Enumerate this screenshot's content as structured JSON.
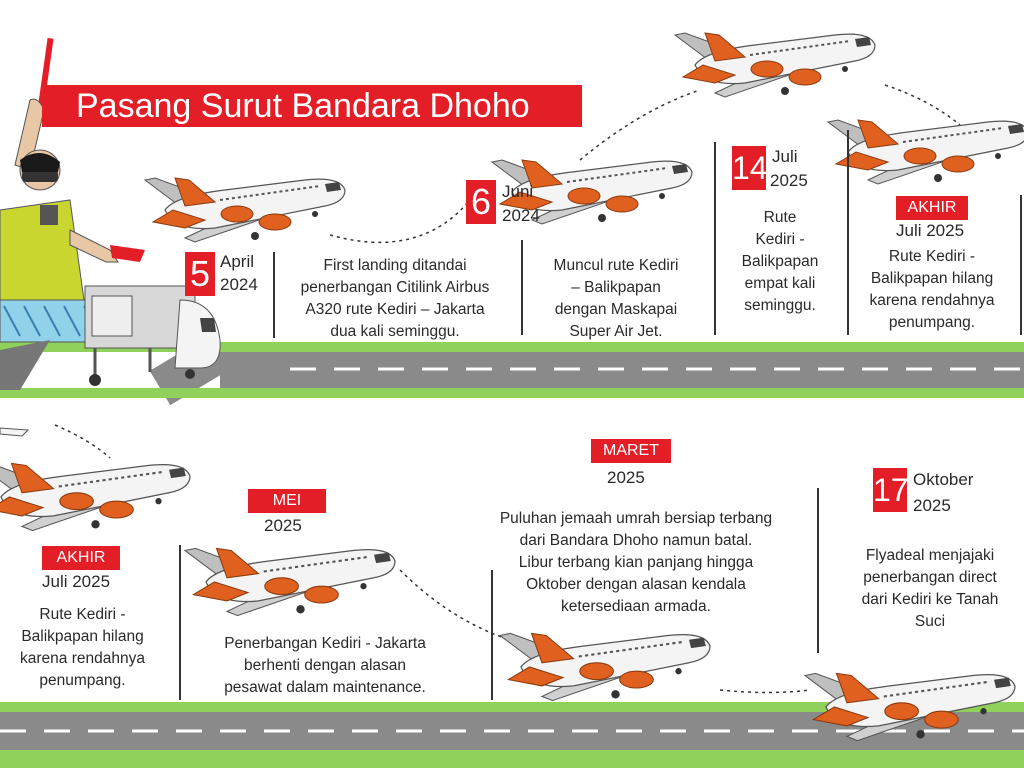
{
  "title": "Pasang Surut Bandara Dhoho",
  "events": [
    {
      "day": "5",
      "month": "April",
      "year": "2024",
      "text": [
        "First landing ditandai",
        "penerbangan Citilink Airbus",
        "A320 rute Kediri – Jakarta",
        "dua  kali seminggu."
      ]
    },
    {
      "day": "6",
      "month": "Juni",
      "year": "2024",
      "text": [
        "Muncul rute Kediri",
        "– Balikpapan",
        "dengan Maskapai",
        "Super Air Jet."
      ]
    },
    {
      "day": "14",
      "month": "Juli",
      "year": "2025",
      "text": [
        "Rute",
        "Kediri -",
        "Balikpapan",
        "empat kali",
        "seminggu."
      ]
    },
    {
      "badge": "AKHIR",
      "period": "Juli 2025",
      "text": [
        "Rute Kediri -",
        "Balikpapan hilang",
        "karena rendahnya",
        "penumpang."
      ]
    },
    {
      "badge": "AKHIR",
      "period": "Juli 2025",
      "text": [
        "Rute Kediri -",
        "Balikpapan hilang",
        "karena rendahnya",
        "penumpang."
      ]
    },
    {
      "badge": "MEI",
      "year": "2025",
      "text": [
        "Penerbangan Kediri - Jakarta",
        "berhenti dengan alasan",
        "pesawat dalam maintenance."
      ]
    },
    {
      "badge": "MARET",
      "year": "2025",
      "text": [
        "Puluhan jemaah umrah bersiap terbang",
        "dari Bandara Dhoho namun batal.",
        "Libur terbang kian panjang hingga",
        "Oktober dengan alasan kendala",
        "ketersediaan armada."
      ]
    },
    {
      "day": "17",
      "month": "Oktober",
      "year": "2025",
      "text": [
        "Flyadeal menjajaki",
        "penerbangan direct",
        "dari Kediri ke Tanah",
        "Suci"
      ]
    }
  ],
  "colors": {
    "accent": "#e41e26",
    "grass": "#8fd15a",
    "runway": "#8a8a8a",
    "plane_orange": "#e0611f",
    "plane_body": "#f2f2f2"
  }
}
